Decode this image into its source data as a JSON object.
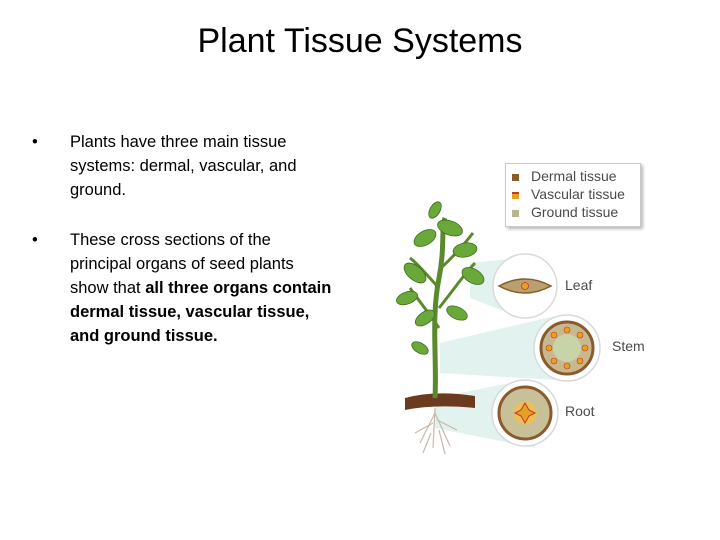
{
  "slide": {
    "title": "Plant Tissue Systems",
    "bullets": [
      {
        "marker": "•",
        "text": "Plants have three main tissue systems: dermal, vascular, and ground."
      },
      {
        "marker": "•",
        "text_plain": "These cross sections of the principal organs of seed plants show that ",
        "text_bold": "all three organs contain dermal tissue, vascular tissue, and ground tissue."
      }
    ]
  },
  "figure": {
    "legend": [
      {
        "label": "Dermal tissue",
        "color": "#8a5a2b"
      },
      {
        "label": "Vascular tissue",
        "color": "#e8a020"
      },
      {
        "label": "Ground tissue",
        "color": "#b8b48c"
      }
    ],
    "organs": {
      "leaf": "Leaf",
      "stem": "Stem",
      "root": "Root"
    }
  }
}
